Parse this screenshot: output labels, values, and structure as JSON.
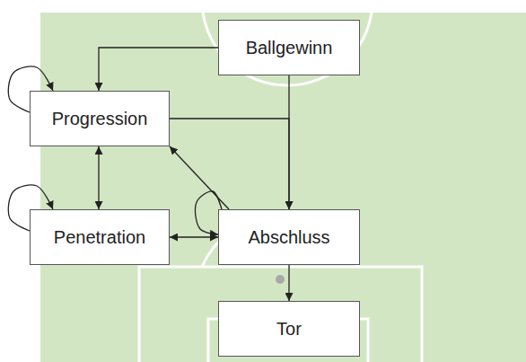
{
  "diagram": {
    "nodes": [
      {
        "text": [
          "Ballgewinn"
        ]
      },
      {
        "text": [
          "Progression"
        ]
      },
      {
        "text": [
          "Penetration"
        ]
      },
      {
        "text": [
          "Abschluss"
        ]
      },
      {
        "text": [
          "Tor"
        ]
      }
    ],
    "edges": [
      {
        "from": 0,
        "to": 1,
        "arrow": "to"
      },
      {
        "from": 0,
        "to": 3,
        "arrow": "to"
      },
      {
        "from": 1,
        "to": 3,
        "arrow": "to"
      },
      {
        "from": 1,
        "to": 1,
        "arrow": "to"
      },
      {
        "from": 1,
        "to": 2,
        "arrow": "both"
      },
      {
        "from": 2,
        "to": 2,
        "arrow": "to"
      },
      {
        "from": 2,
        "to": 3,
        "arrow": "both"
      },
      {
        "from": 3,
        "to": 1,
        "arrow": "to"
      },
      {
        "from": 3,
        "to": 3,
        "arrow": "to"
      },
      {
        "from": 3,
        "to": 4,
        "arrow": "to"
      }
    ]
  }
}
